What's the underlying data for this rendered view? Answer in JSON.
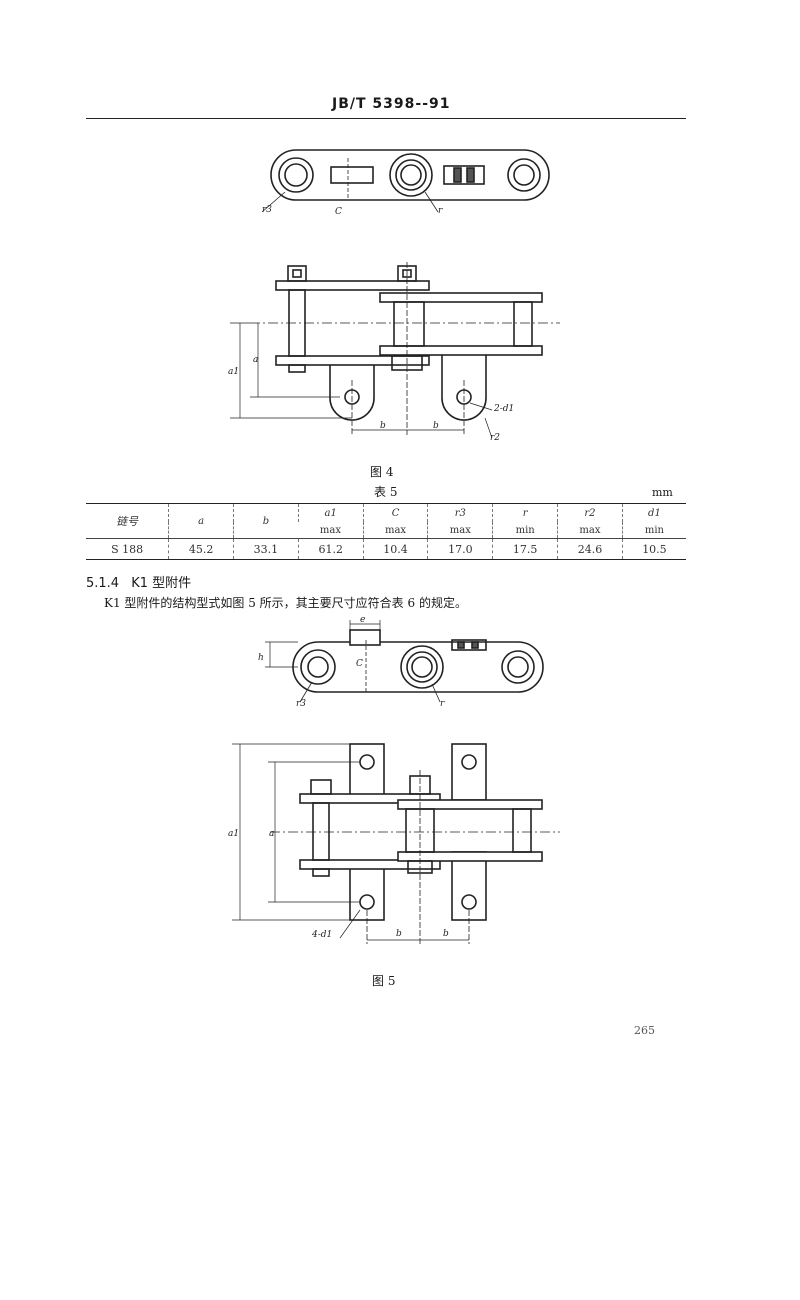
{
  "header": {
    "standard_no": "JB/T 5398--91"
  },
  "figure4": {
    "caption": "图 4",
    "labels": {
      "r3": "r3",
      "c": "C",
      "r": "r",
      "a1": "a1",
      "a": "a",
      "b": "b",
      "hole": "2-d1"
    }
  },
  "table5": {
    "title": "表 5",
    "unit": "mm",
    "col_headers": [
      {
        "sym": "链号",
        "limit": ""
      },
      {
        "sym": "a",
        "limit": ""
      },
      {
        "sym": "b",
        "limit": ""
      },
      {
        "sym": "a1",
        "limit": "max"
      },
      {
        "sym": "C",
        "limit": "max"
      },
      {
        "sym": "r3",
        "limit": "max"
      },
      {
        "sym": "r",
        "limit": "min"
      },
      {
        "sym": "r2",
        "limit": "max"
      },
      {
        "sym": "d1",
        "limit": "min"
      }
    ],
    "rows": [
      [
        "S 188",
        "45.2",
        "33.1",
        "61.2",
        "10.4",
        "17.0",
        "17.5",
        "24.6",
        "10.5"
      ]
    ]
  },
  "section": {
    "number": "5.1.4",
    "title": "K1 型附件",
    "text": "K1 型附件的结构型式如图 5 所示，其主要尺寸应符合表 6 的规定。"
  },
  "figure5": {
    "caption": "图 5",
    "labels": {
      "e": "e",
      "h": "h",
      "c": "C",
      "r3": "r3",
      "r": "r",
      "a1": "a1",
      "a": "a",
      "b": "b",
      "hole": "4-d1"
    }
  },
  "footer": {
    "page_number": "265"
  }
}
